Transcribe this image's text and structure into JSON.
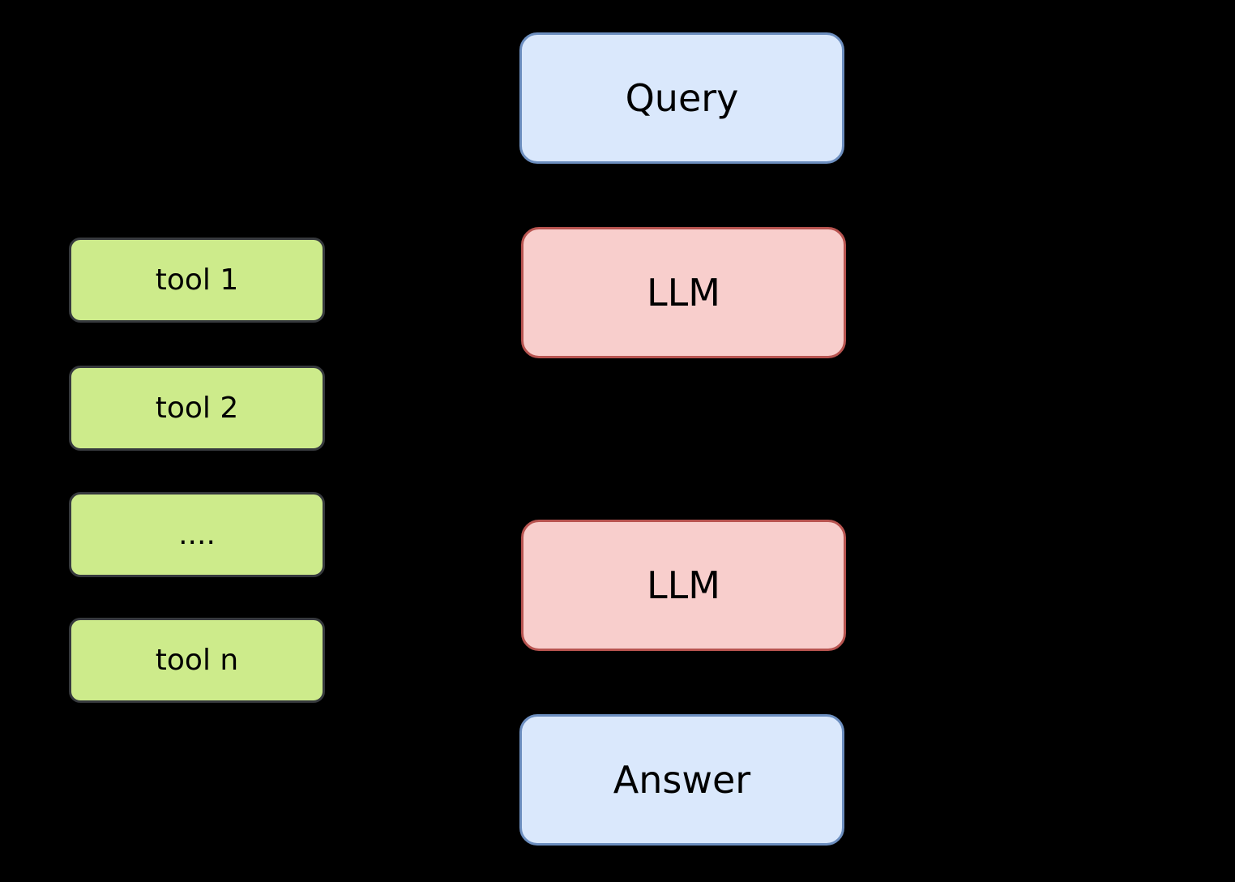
{
  "colors": {
    "background": "#000000",
    "query_answer_fill": "#dae8fc",
    "query_answer_stroke": "#6c8ebf",
    "llm_fill": "#f8cecc",
    "llm_stroke": "#b85450",
    "tool_fill": "#cdeb8b",
    "tool_stroke": "#36393d",
    "label_text": "#000000"
  },
  "nodes": {
    "query": {
      "label": "Query"
    },
    "llm_top": {
      "label": "LLM"
    },
    "llm_bottom": {
      "label": "LLM"
    },
    "answer": {
      "label": "Answer"
    },
    "tools": [
      {
        "label": "tool 1"
      },
      {
        "label": "tool 2"
      },
      {
        "label": "...."
      },
      {
        "label": "tool n"
      }
    ]
  }
}
